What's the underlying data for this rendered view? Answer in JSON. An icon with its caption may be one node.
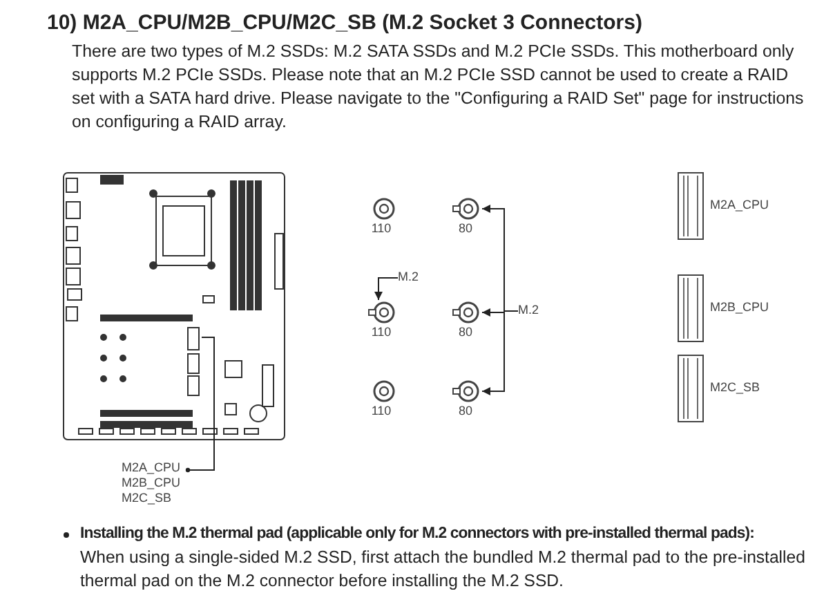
{
  "diagram": {
    "title": "10) M2A_CPU/M2B_CPU/M2C_SB (M.2 Socket 3 Connectors)",
    "nodes": [
      {
        "text": [
          "M2A_CPU M2B_CPU M2C_SB"
        ]
      },
      {
        "text": [],
        "shape": "box"
      },
      {
        "text": [
          "110"
        ]
      },
      {
        "text": [
          "80"
        ]
      },
      {
        "text": [
          "110"
        ]
      },
      {
        "text": [
          "80"
        ]
      },
      {
        "text": [
          "110"
        ]
      },
      {
        "text": [
          "80"
        ]
      },
      {
        "text": [
          "M.2"
        ]
      },
      {
        "text": [
          "M.2"
        ]
      },
      {
        "text": [
          "M2A_CPU"
        ]
      },
      {
        "text": [
          "M2B_CPU"
        ]
      },
      {
        "text": [
          "M2C_SB"
        ]
      }
    ],
    "edges": [
      {
        "from": 0,
        "to": 1,
        "arrow": "other"
      },
      {
        "from": 8,
        "to": 4,
        "arrow": "to"
      },
      {
        "from": 9,
        "to": 3,
        "arrow": "to"
      },
      {
        "from": 9,
        "to": 5,
        "arrow": "to"
      },
      {
        "from": 9,
        "to": 7,
        "arrow": "to"
      }
    ],
    "labels": [
      "There are two types of M.2 SSDs: M.2 SATA SSDs and M.2 PCIe SSDs. This motherboard only supports M.2 PCIe SSDs. Please note that an M.2 PCIe SSD cannot be used to create a RAID set with a SATA hard drive. Please navigate to the \"Configuring a RAID Set\" page for instructions on configuring a RAID array.",
      "Installing the M.2 thermal pad (applicable only for M.2 connectors with pre-installed thermal pads):",
      "When using a single-sided M.2 SSD, first attach the bundled M.2 thermal pad to the pre-installed thermal pad on the M.2 connector before installing the M.2 SSD."
    ]
  }
}
